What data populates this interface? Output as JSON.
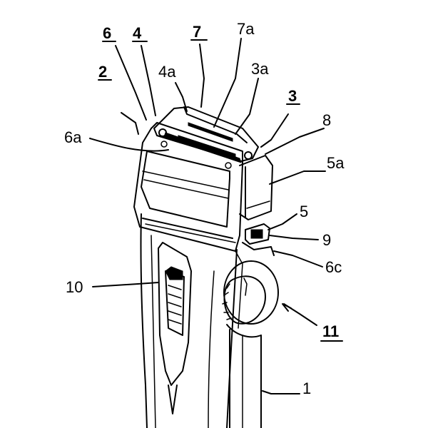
{
  "labels": {
    "l6": "6",
    "l4": "4",
    "l7": "7",
    "l7a": "7a",
    "l2": "2",
    "l4a": "4a",
    "l3a": "3a",
    "l3": "3",
    "l8": "8",
    "l6a": "6a",
    "l5a": "5a",
    "l5": "5",
    "l9": "9",
    "l6c": "6c",
    "l10": "10",
    "l11": "11",
    "l1": "1"
  },
  "colors": {
    "ink": "#000000",
    "paper": "#ffffff"
  }
}
